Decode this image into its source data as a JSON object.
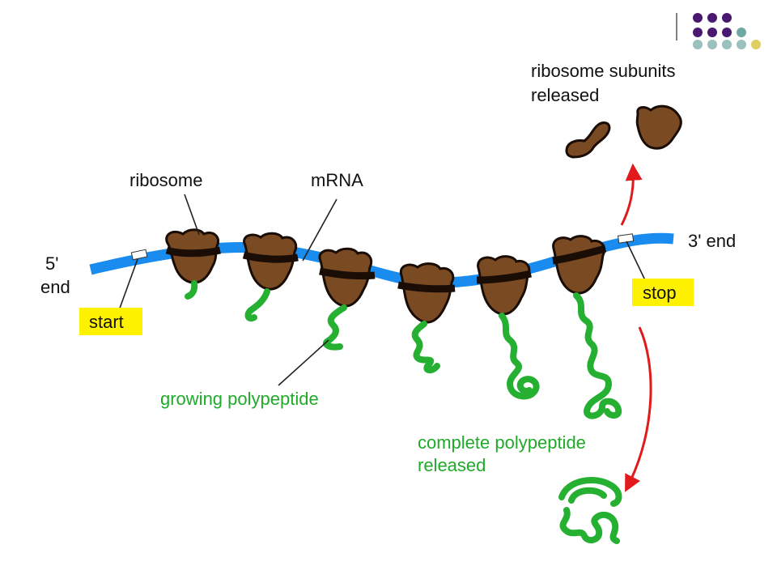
{
  "labels": {
    "ribosome": "ribosome",
    "mrna": "mRNA",
    "five_prime_line1": "5'",
    "five_prime_line2": "end",
    "three_prime": "3' end",
    "start": "start",
    "stop": "stop",
    "growing": "growing polypeptide",
    "subunits_line1": "ribosome subunits",
    "subunits_line2": "released",
    "complete_line1": "complete polypeptide",
    "complete_line2": "released"
  },
  "colors": {
    "mrna": "#1a8cf0",
    "ribosome": "#7a4a22",
    "peptide": "#26b032",
    "arrow": "#e11b1b",
    "label_highlight": "#fff200",
    "dots_purple": "#4b1870",
    "dots_teal": "#6fa7a2",
    "dots_yellow": "#d8c23a"
  }
}
